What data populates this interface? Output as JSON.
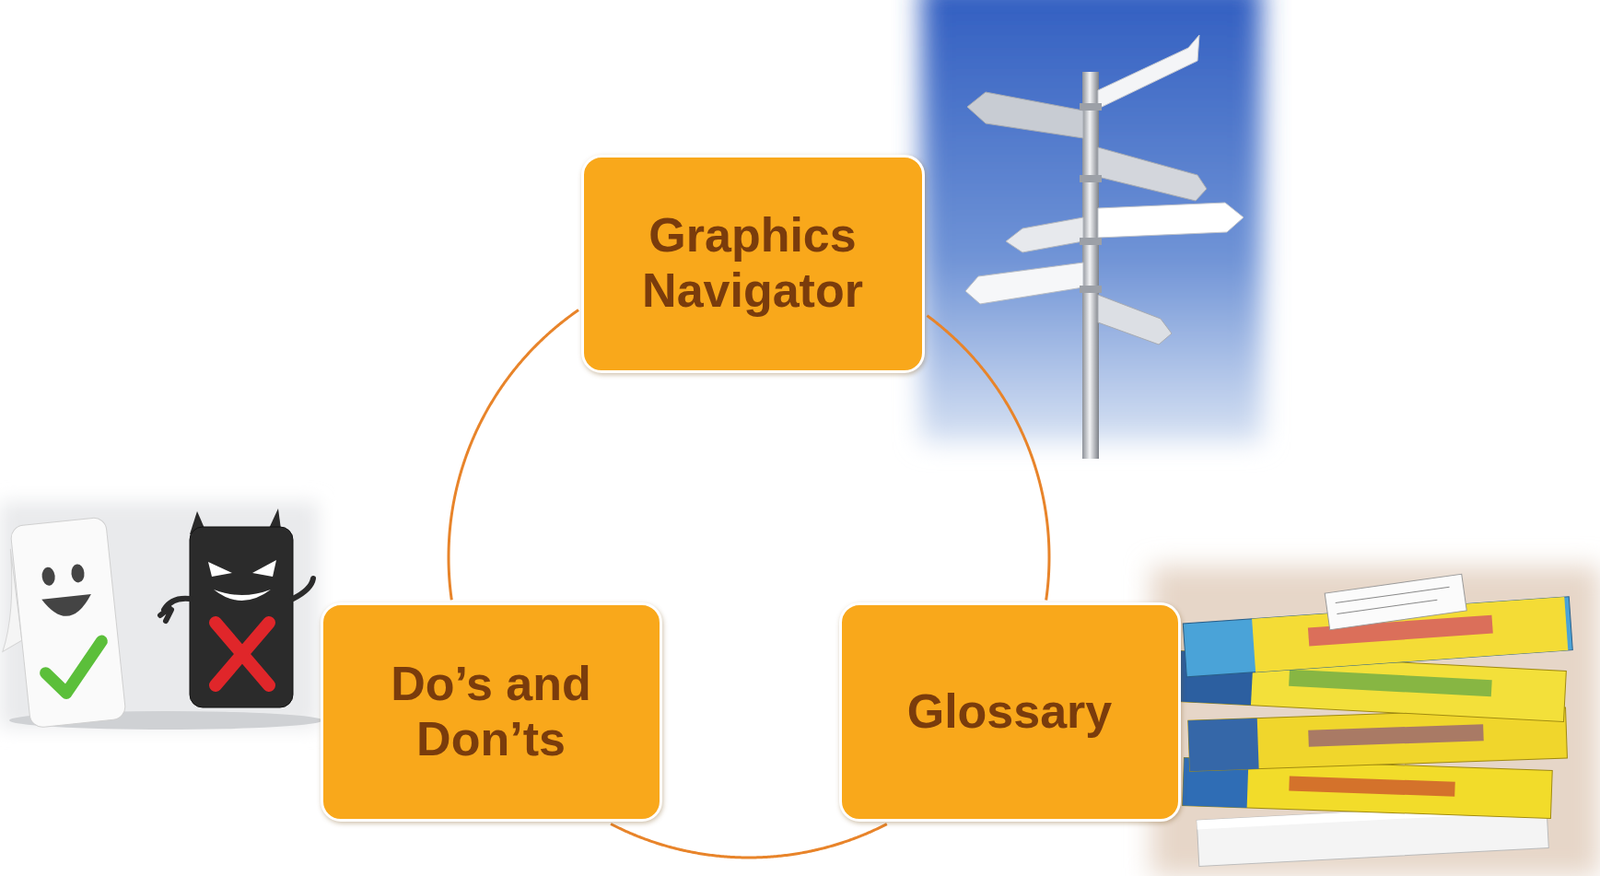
{
  "diagram": {
    "nodes": [
      {
        "text": [
          "Graphics Navigator"
        ]
      },
      {
        "text": [
          "Do’s and Don’ts"
        ]
      },
      {
        "text": [
          "Glossary"
        ]
      }
    ],
    "edges": [
      {
        "from": 0,
        "to": 2,
        "arrow": "none"
      },
      {
        "from": 2,
        "to": 1,
        "arrow": "none"
      },
      {
        "from": 1,
        "to": 0,
        "arrow": "none"
      }
    ]
  }
}
